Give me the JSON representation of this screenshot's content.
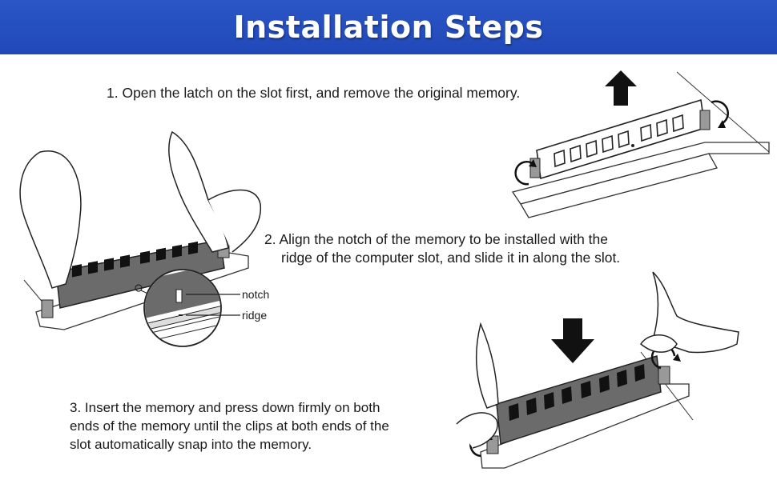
{
  "header": {
    "title": "Installation Steps"
  },
  "steps": [
    {
      "text": "1. Open the latch on the slot first, and remove the original memory."
    },
    {
      "line1": "2. Align the notch of the memory to be installed with the",
      "line2": "ridge of the computer slot, and slide it in along the slot."
    },
    {
      "line1": "3. Insert the memory and press down firmly on both",
      "line2": "ends of the memory until the clips at both ends of the",
      "line3": "slot automatically snap into the memory."
    }
  ],
  "callouts": {
    "notch": "notch",
    "ridge": "ridge"
  },
  "colors": {
    "banner": "#2148b8",
    "title": "#ffffff",
    "ram": "#6b6b6b",
    "chip": "#111111"
  },
  "icons": {
    "remove": "arrow-up-icon",
    "insert": "arrow-down-icon"
  }
}
